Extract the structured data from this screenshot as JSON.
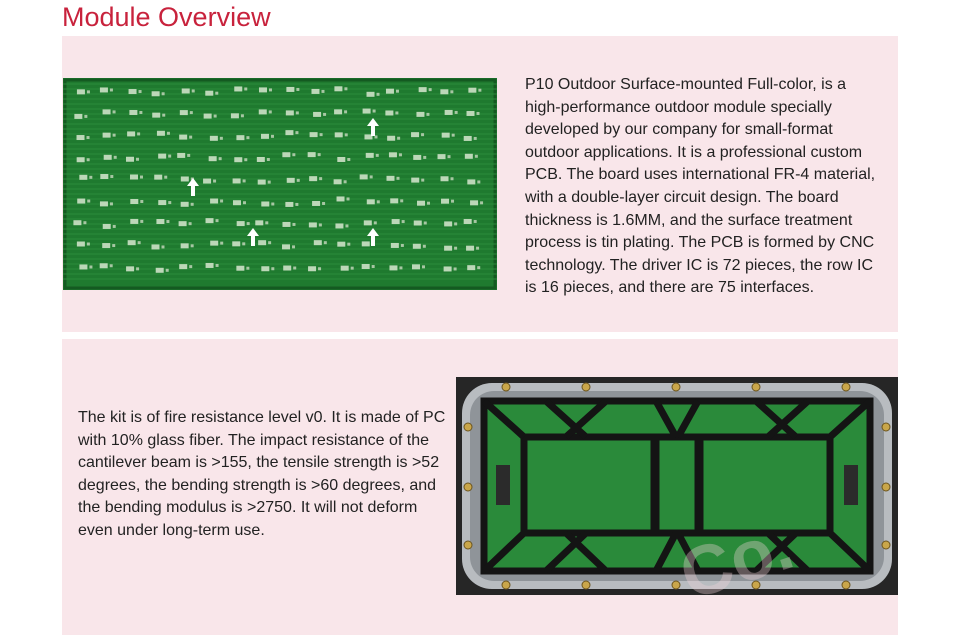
{
  "page": {
    "title": "Module Overview"
  },
  "sections": [
    {
      "text": "P10 Outdoor Surface-mounted Full-color, is a high-performance outdoor module specially developed by our company for small-format outdoor applications. It is a professional custom PCB. The board uses international FR-4 material, with a double-layer circuit design. The board thickness is 1.6MM, and the surface treatment process is tin plating. The PCB is formed by CNC technology. The driver IC is 72 pieces, the row IC is 16 pieces, and there are 75 interfaces."
    },
    {
      "text": "The kit is of fire resistance level v0. It is made of PC with 10% glass fiber. The impact resistance of the cantilever beam is >155, the tensile strength is >52 degrees, the bending strength is >60 degrees, and the bending modulus is >2750. It will not deform even under long-term use."
    }
  ],
  "colors": {
    "title": "#c8223c",
    "panel": "#f9e6ea",
    "pcb": "#1f7a2f",
    "frame": "#1c1c1c"
  }
}
